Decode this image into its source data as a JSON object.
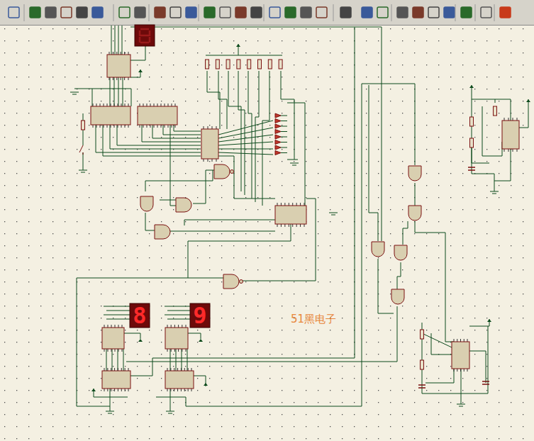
{
  "diagram": {
    "labels": [
      "8",
      "9",
      "51黑电子"
    ]
  }
}
